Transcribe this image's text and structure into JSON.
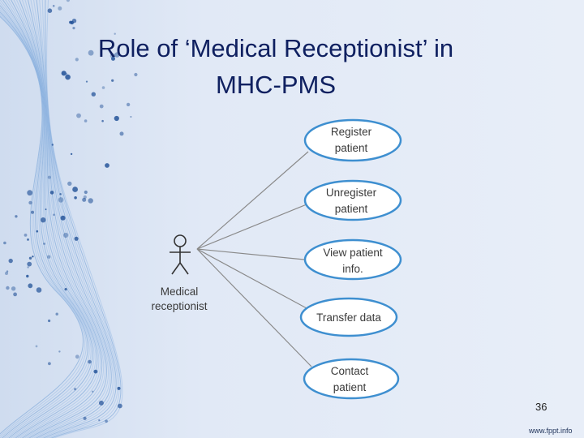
{
  "slide": {
    "title_line1": "Role of  ‘Medical Receptionist’ in",
    "title_line2": "MHC-PMS",
    "page_number": "36",
    "watermark": "www.fppt.info"
  },
  "actor": {
    "label_line1": "Medical",
    "label_line2": "receptionist"
  },
  "use_cases": [
    {
      "line1": "Register",
      "line2": "patient"
    },
    {
      "line1": "Unregister",
      "line2": "patient"
    },
    {
      "line1": "View patient",
      "line2": "info."
    },
    {
      "line1": "Transfer data",
      "line2": ""
    },
    {
      "line1": "Contact",
      "line2": "patient"
    }
  ],
  "colors": {
    "title": "#0f2060",
    "ellipse_stroke": "#3e8fd0",
    "background": "#e4ecf7"
  }
}
